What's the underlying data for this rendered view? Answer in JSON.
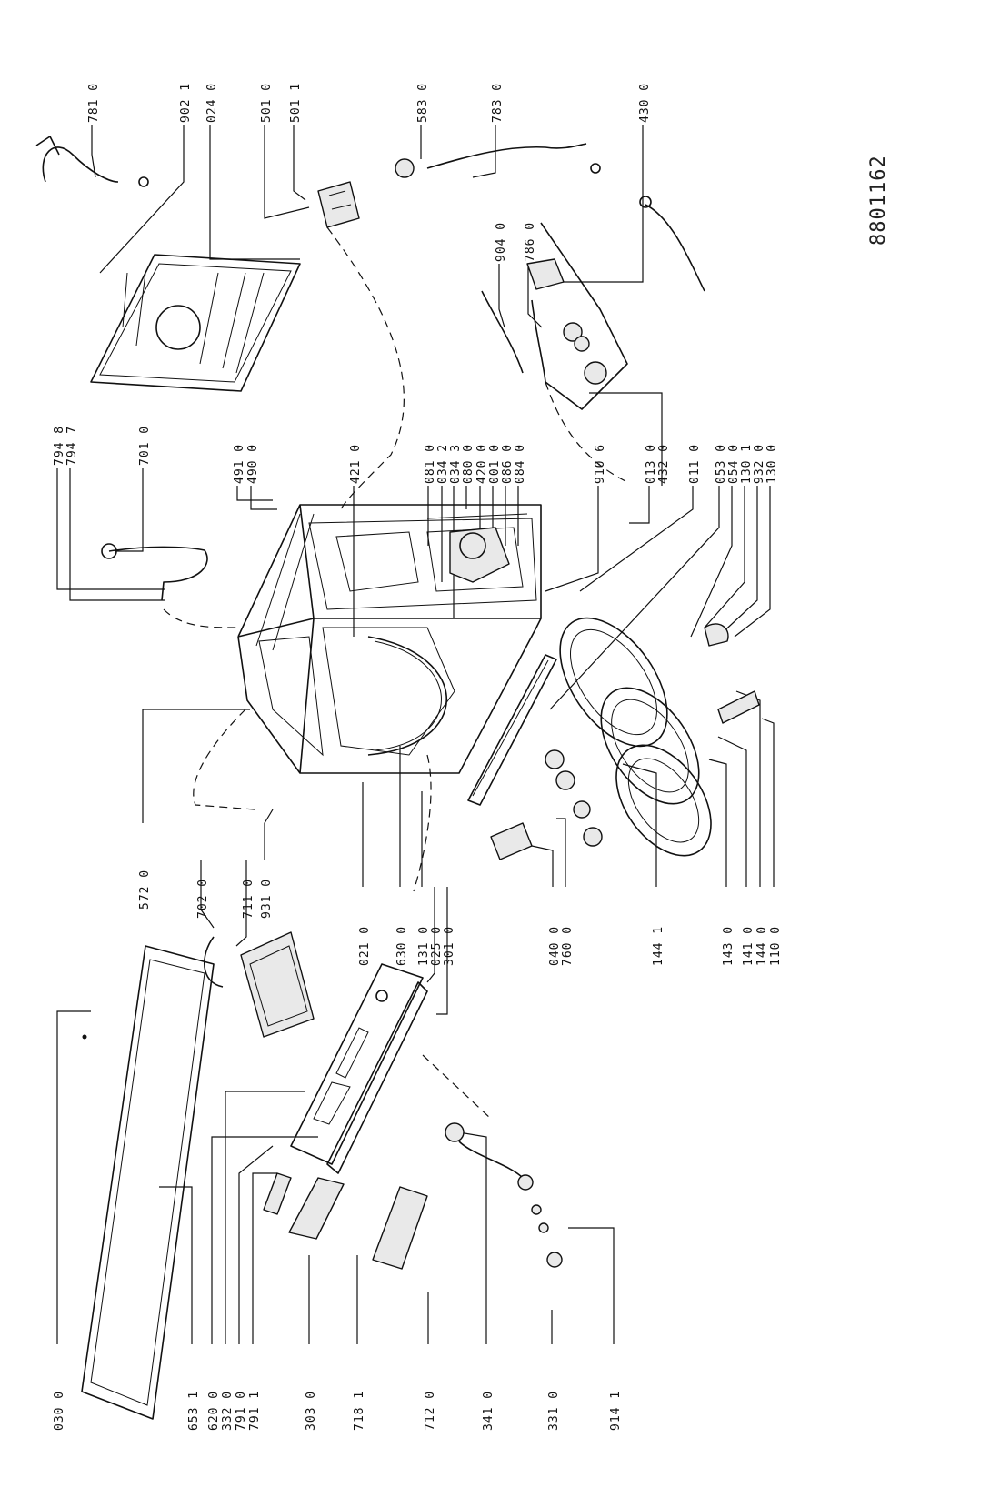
{
  "document_number": "8801162",
  "callouts": {
    "bottom": [
      "030 0",
      "653 1",
      "620 0",
      "332 0",
      "791 0",
      "791 1",
      "303 0",
      "718 1",
      "712 0",
      "341 0",
      "331 0",
      "914 1"
    ],
    "middle": [
      "572 0",
      "702 0",
      "711 0",
      "931 0",
      "021 0",
      "630 0",
      "131 0",
      "025 0",
      "301 0",
      "040 0",
      "760 0",
      "144 1",
      "143 0",
      "141 0",
      "144 0",
      "110 0"
    ],
    "top_left": [
      "794 8",
      "794 7",
      "701 0",
      "491 0",
      "490 0",
      "421 0",
      "081 0",
      "034 2",
      "034 3",
      "080 0",
      "420 0",
      "001 0",
      "086 0",
      "084 0",
      "910 6",
      "013 0",
      "432 0",
      "011 0",
      "053 0",
      "054 0",
      "130 1",
      "932 0",
      "130 0"
    ],
    "top_right": [
      "781 0",
      "902 1",
      "024 0",
      "501 0",
      "501 1",
      "583 0",
      "783 0",
      "430 0",
      "904 0",
      "786 0"
    ]
  }
}
